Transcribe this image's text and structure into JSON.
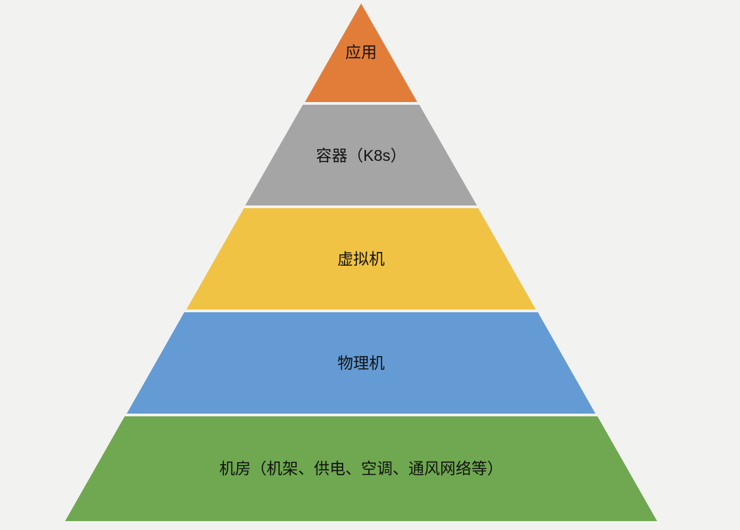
{
  "diagram": {
    "type": "pyramid",
    "orientation": "apex-top",
    "text_color": "#111111",
    "background": "#f2f2f1",
    "layers": [
      {
        "id": "application",
        "label": "应用",
        "color": "#E27D39"
      },
      {
        "id": "container-k8s",
        "label": "容器（K8s）",
        "color": "#A5A5A5"
      },
      {
        "id": "virtual-machine",
        "label": "虚拟机",
        "color": "#F1C345"
      },
      {
        "id": "physical-machine",
        "label": "物理机",
        "color": "#649BD4"
      },
      {
        "id": "datacenter",
        "label": "机房（机架、供电、空调、通风网络等）",
        "color": "#6FA850"
      }
    ]
  }
}
